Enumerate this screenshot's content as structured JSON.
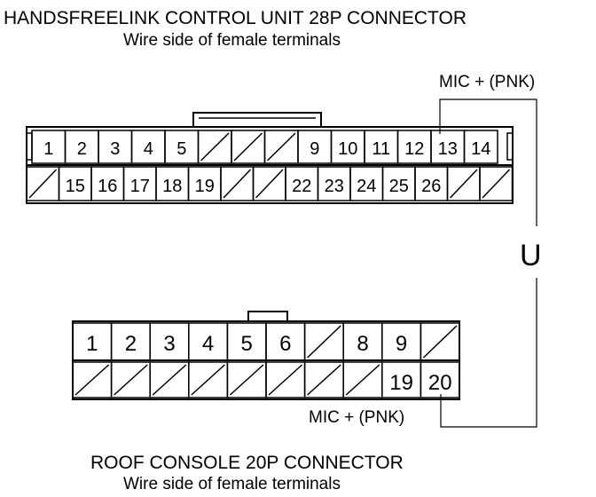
{
  "top_connector": {
    "title": "HANDSFREELINK CONTROL UNIT 28P CONNECTOR",
    "subtitle": "Wire side of female terminals",
    "row1": [
      "1",
      "2",
      "3",
      "4",
      "5",
      "",
      "",
      "",
      "9",
      "10",
      "11",
      "12",
      "13",
      "14"
    ],
    "row2": [
      "",
      "15",
      "16",
      "17",
      "18",
      "19",
      "",
      "",
      "22",
      "23",
      "24",
      "25",
      "26",
      "",
      ""
    ],
    "mic_label": "MIC + (PNK)",
    "mic_pin": "13"
  },
  "bottom_connector": {
    "title": "ROOF CONSOLE 20P CONNECTOR",
    "subtitle": "Wire side of female terminals",
    "row1": [
      "1",
      "2",
      "3",
      "4",
      "5",
      "6",
      "",
      "8",
      "9",
      ""
    ],
    "row2": [
      "",
      "",
      "",
      "",
      "",
      "",
      "",
      "",
      "19",
      "20"
    ],
    "mic_label": "MIC + (PNK)",
    "mic_pin": "20"
  },
  "link_symbol": "U"
}
